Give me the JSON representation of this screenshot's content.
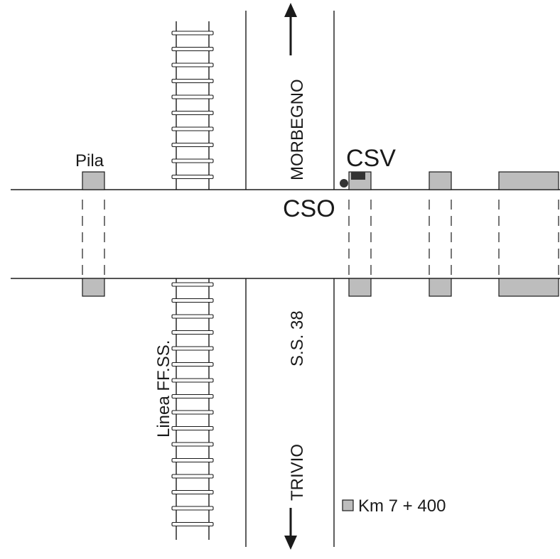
{
  "labels": {
    "pila": "Pila",
    "csv": "CSV",
    "cso": "CSO",
    "morbegno": "MORBEGNO",
    "trivio": "TRIVIO",
    "road": "S.S. 38",
    "railway": "Linea FF.SS.",
    "legend": "Km 7 + 400"
  },
  "colors": {
    "pier_fill": "#bdbdbd",
    "line": "#1a1a1a",
    "sensor": "#333333"
  }
}
